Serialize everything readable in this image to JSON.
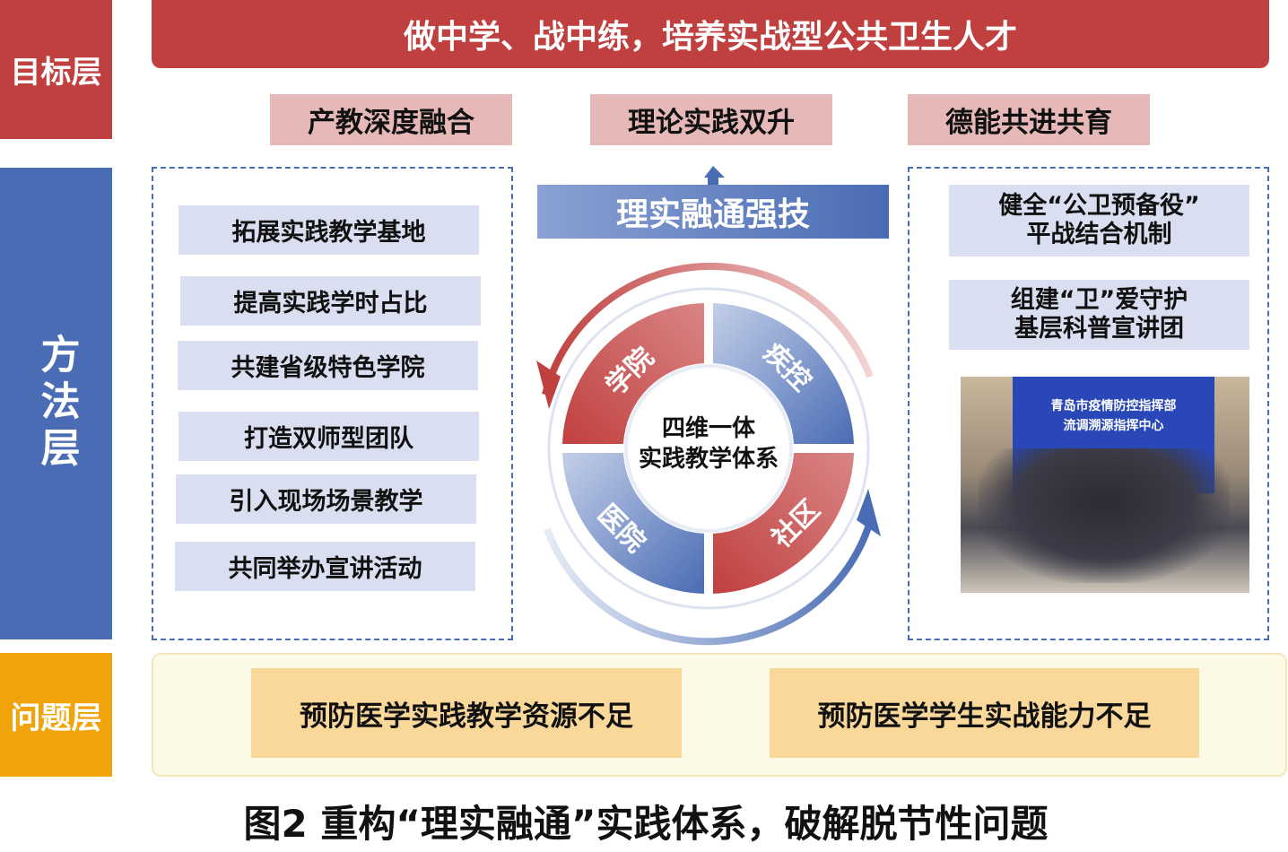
{
  "layers": {
    "goal": "目标层",
    "method": "方法层",
    "problem": "问题层"
  },
  "goal_banner": "做中学、战中练，培养实战型公共卫生人才",
  "goals": [
    "产教深度融合",
    "理论实践双升",
    "德能共进共育"
  ],
  "left_items": [
    "拓展实践教学基地",
    "提高实践学时占比",
    "共建省级特色学院",
    "打造双师型团队",
    "引入现场场景教学",
    "共同举办宣讲活动"
  ],
  "center": {
    "title": "理实融通强技",
    "core_line1": "四维一体",
    "core_line2": "实践教学体系",
    "segments": [
      "学院",
      "疾控",
      "社区",
      "医院"
    ]
  },
  "right_items": [
    {
      "line1": "健全“公卫预备役”",
      "line2": "平战结合机制"
    },
    {
      "line1": "组建“卫”爱守护",
      "line2": "基层科普宣讲团"
    }
  ],
  "photo": {
    "sign_line1": "青岛市疫情防控指挥部",
    "sign_line2": "流调溯源指挥中心"
  },
  "problems": [
    "预防医学实践教学资源不足",
    "预防医学学生实战能力不足"
  ],
  "caption": "图2 重构“理实融通”实践体系，破解脱节性问题",
  "colors": {
    "red": "#c0403f",
    "blue": "#4a6cb5",
    "orange": "#f0a30a",
    "pink": "#e6b8b8",
    "light_blue": "#d9dff0",
    "yellow": "#f9d89a"
  }
}
